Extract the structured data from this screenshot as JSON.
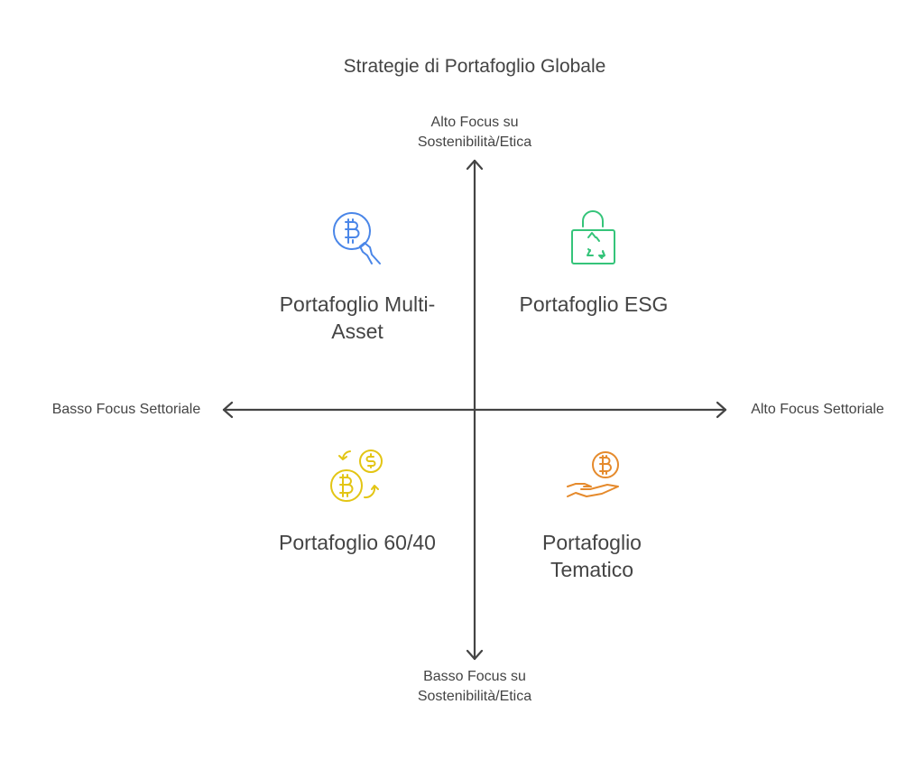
{
  "title": "Strategie di Portafoglio Globale",
  "axes": {
    "top": [
      "Alto Focus su",
      "Sostenibilità/Etica"
    ],
    "bottom": [
      "Basso Focus su",
      "Sostenibilità/Etica"
    ],
    "left": "Basso Focus Settoriale",
    "right": "Alto Focus Settoriale"
  },
  "quadrants": [
    {
      "label": [
        "Portafoglio Multi-",
        "Asset"
      ],
      "icon": "bitcoin-hand-icon",
      "color": "#4a86e8"
    },
    {
      "label": [
        "Portafoglio ESG"
      ],
      "icon": "recycle-bag-icon",
      "color": "#35c47a"
    },
    {
      "label": [
        "Portafoglio 60/40"
      ],
      "icon": "currency-exchange-icon",
      "color": "#e3c514"
    },
    {
      "label": [
        "Portafoglio",
        "Tematico"
      ],
      "icon": "bitcoin-palm-icon",
      "color": "#e58a2c"
    }
  ]
}
